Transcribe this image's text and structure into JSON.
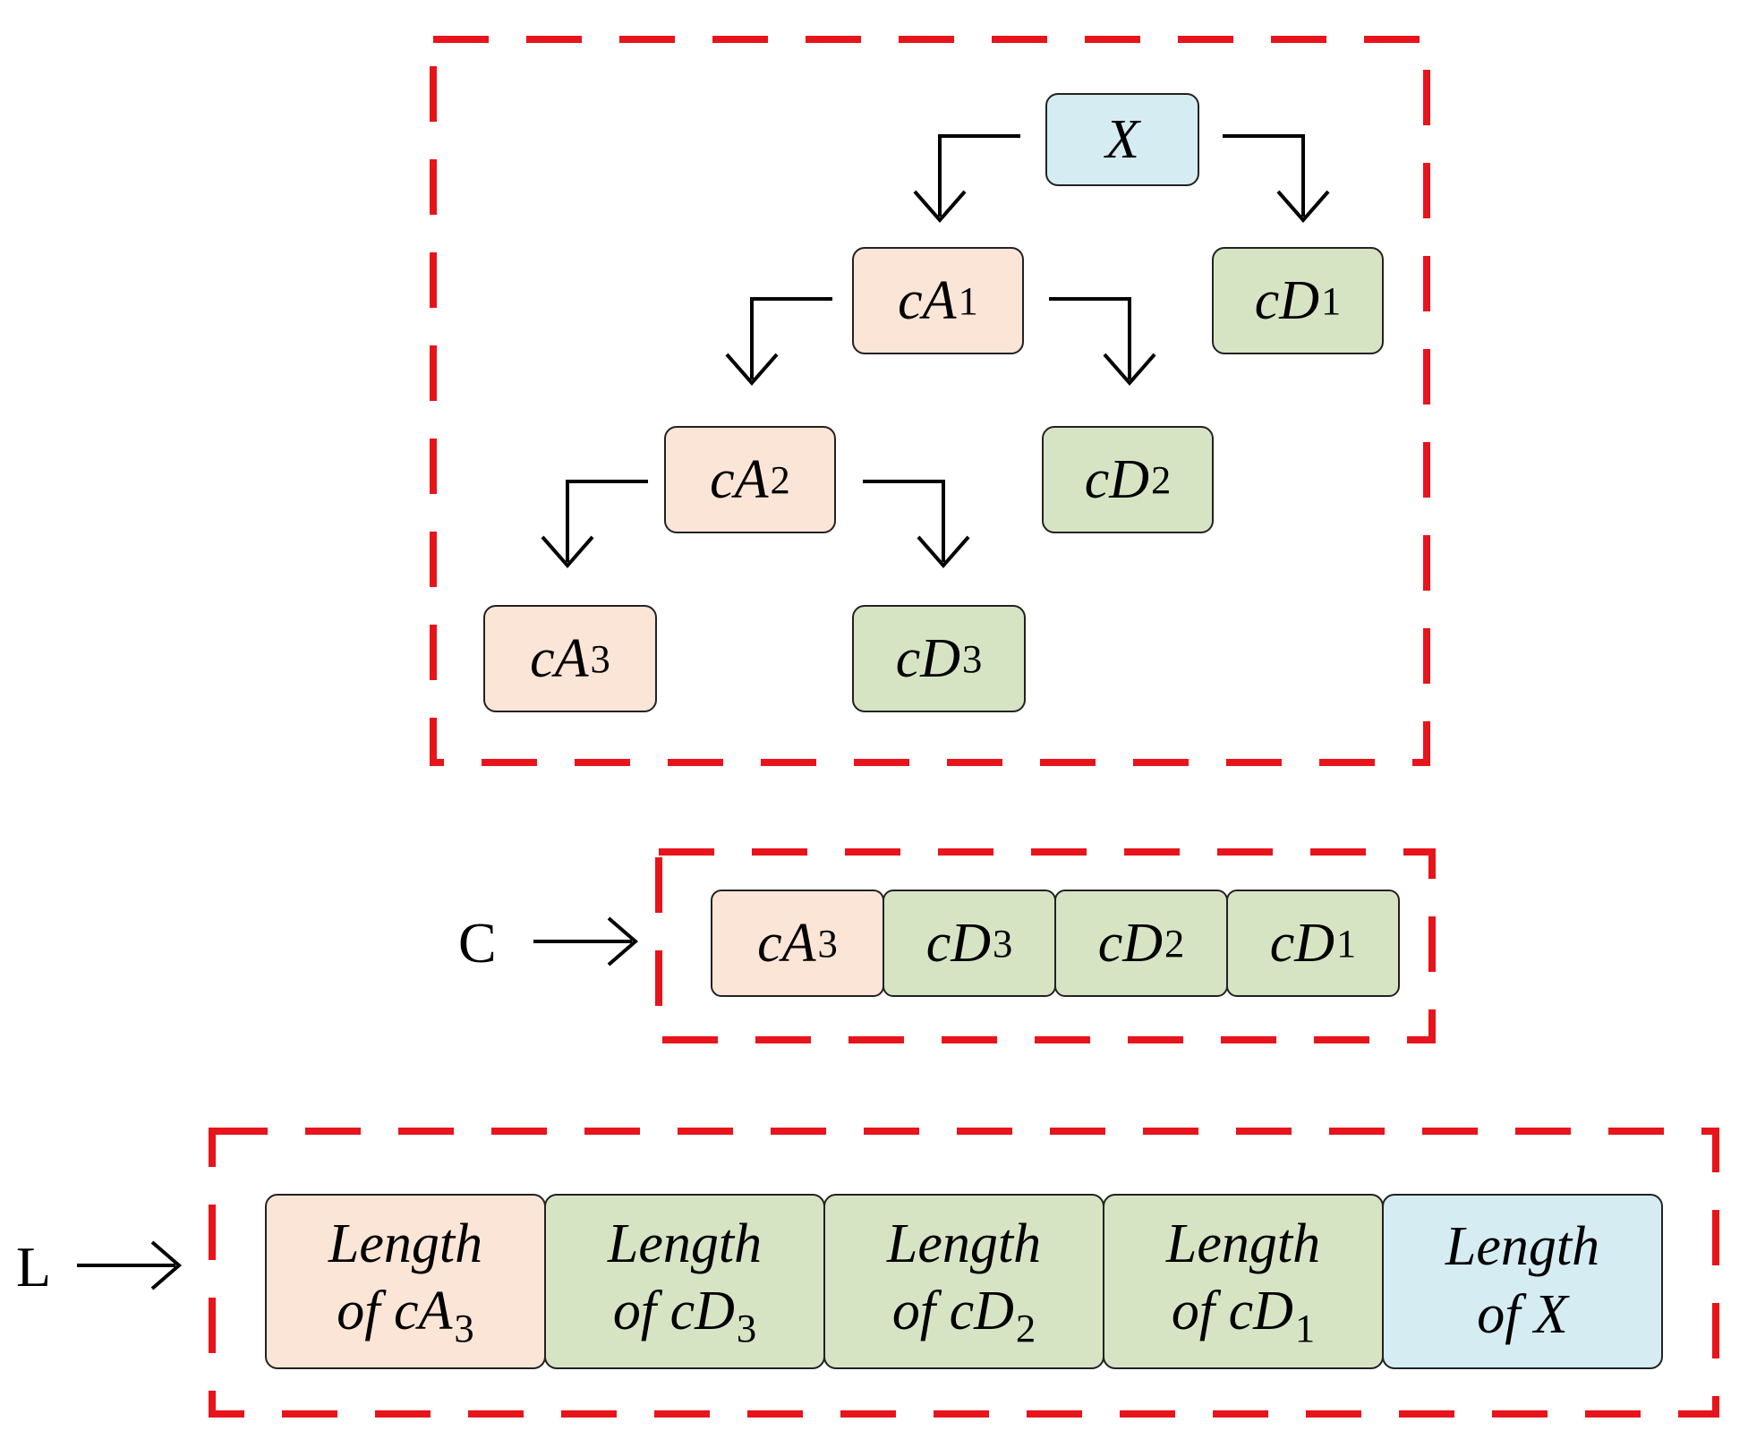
{
  "tree": {
    "x": {
      "base": "X",
      "sub": ""
    },
    "ca1": {
      "base": "cA",
      "sub": "1"
    },
    "cd1": {
      "base": "cD",
      "sub": "1"
    },
    "ca2": {
      "base": "cA",
      "sub": "2"
    },
    "cd2": {
      "base": "cD",
      "sub": "2"
    },
    "ca3": {
      "base": "cA",
      "sub": "3"
    },
    "cd3": {
      "base": "cD",
      "sub": "3"
    }
  },
  "c_vector": {
    "label": "C",
    "cells": [
      {
        "base": "cA",
        "sub": "3"
      },
      {
        "base": "cD",
        "sub": "3"
      },
      {
        "base": "cD",
        "sub": "2"
      },
      {
        "base": "cD",
        "sub": "1"
      }
    ]
  },
  "l_vector": {
    "label": "L",
    "cells": [
      {
        "line1": "Length",
        "prefix": "of ",
        "base": "cA",
        "sub": "3"
      },
      {
        "line1": "Length",
        "prefix": "of ",
        "base": "cD",
        "sub": "3"
      },
      {
        "line1": "Length",
        "prefix": "of ",
        "base": "cD",
        "sub": "2"
      },
      {
        "line1": "Length",
        "prefix": "of ",
        "base": "cD",
        "sub": "1"
      },
      {
        "line1": "Length",
        "prefix": "of ",
        "base": "X",
        "sub": ""
      }
    ]
  },
  "colors": {
    "frame": "#e8141c",
    "approx_fill": "#fbe5d6",
    "detail_fill": "#d6e4c4",
    "original_fill": "#d4ecf2"
  }
}
